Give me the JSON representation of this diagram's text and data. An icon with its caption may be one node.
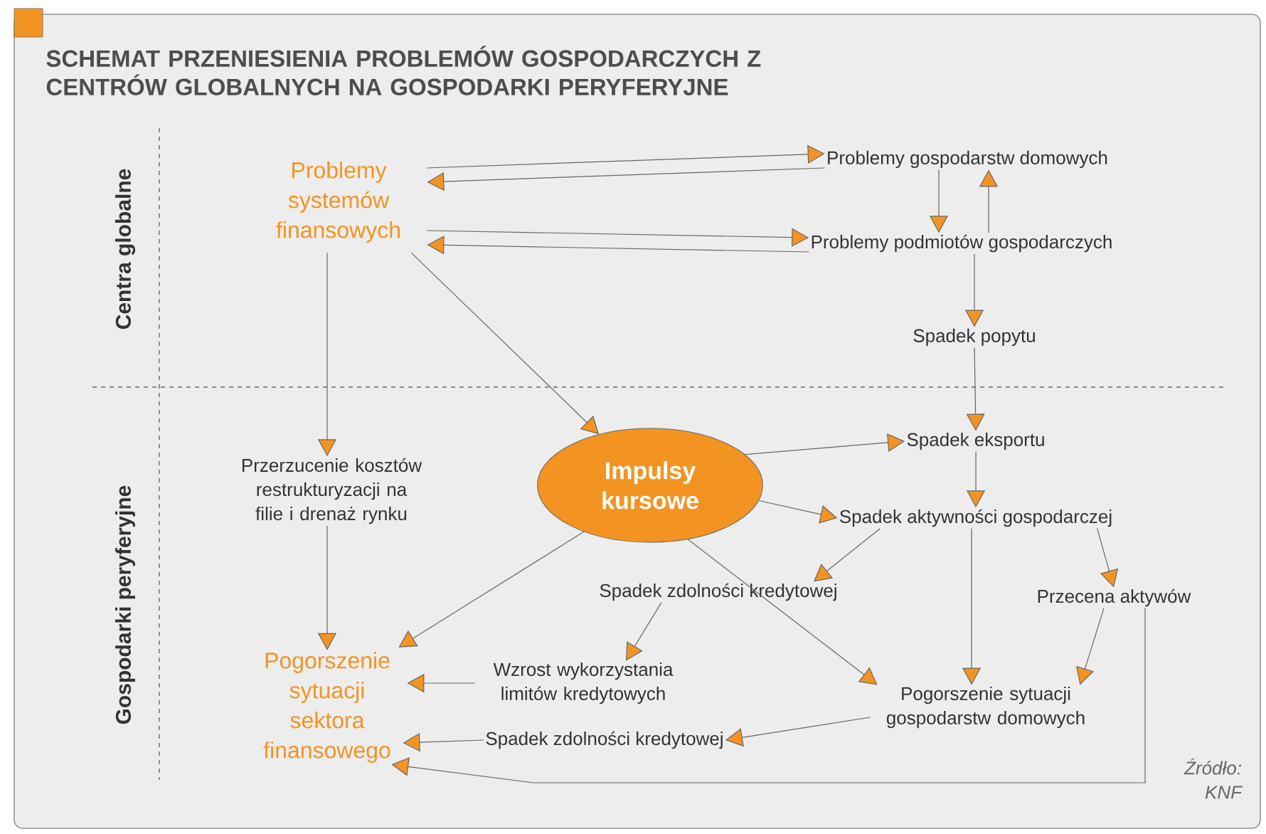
{
  "diagram": {
    "title": "SCHEMAT PRZENIESIENIA PROBLEMÓW GOSPODARCZYCH Z CENTRÓW GLOBALNYCH NA GOSPODARKI PERYFERYJNE",
    "nodes": [
      {
        "text": [
          "Problemy systemów finansowych"
        ]
      },
      {
        "text": [
          "Problemy gospodarstw domowych"
        ]
      },
      {
        "text": [
          "Problemy podmiotów gospodarczych"
        ]
      },
      {
        "text": [
          "Spadek popytu"
        ]
      },
      {
        "text": [
          "Przerzucenie kosztów restrukturyzacji na filie i drenaż rynku"
        ]
      },
      {
        "text": [
          "Impulsy kursowe"
        ]
      },
      {
        "text": [
          "Spadek eksportu"
        ]
      },
      {
        "text": [
          "Spadek aktywności gospodarczej"
        ]
      },
      {
        "text": [
          "Spadek zdolności kredytowej"
        ]
      },
      {
        "text": [
          "Przecena aktywów"
        ]
      },
      {
        "text": [
          "Pogorszenie sytuacji sektora finansowego"
        ]
      },
      {
        "text": [
          "Wzrost wykorzystania limitów kredytowych"
        ]
      },
      {
        "text": [
          "Pogorszenie sytuacji gospodarstw domowych"
        ]
      },
      {
        "text": [
          "Spadek zdolności kredytowej"
        ]
      }
    ],
    "edges": [
      {
        "from": 0,
        "to": 1,
        "arrow": "to"
      },
      {
        "from": 1,
        "to": 0,
        "arrow": "to"
      },
      {
        "from": 0,
        "to": 2,
        "arrow": "to"
      },
      {
        "from": 2,
        "to": 0,
        "arrow": "to"
      },
      {
        "from": 1,
        "to": 2,
        "arrow": "to"
      },
      {
        "from": 2,
        "to": 1,
        "arrow": "to"
      },
      {
        "from": 2,
        "to": 3,
        "arrow": "to"
      },
      {
        "from": 3,
        "to": 6,
        "arrow": "to"
      },
      {
        "from": 0,
        "to": 4,
        "arrow": "to"
      },
      {
        "from": 0,
        "to": 5,
        "arrow": "to"
      },
      {
        "from": 4,
        "to": 10,
        "arrow": "to"
      },
      {
        "from": 5,
        "to": 6,
        "arrow": "to"
      },
      {
        "from": 5,
        "to": 7,
        "arrow": "to"
      },
      {
        "from": 5,
        "to": 10,
        "arrow": "to"
      },
      {
        "from": 5,
        "to": 12,
        "arrow": "to"
      },
      {
        "from": 6,
        "to": 7,
        "arrow": "to"
      },
      {
        "from": 7,
        "to": 8,
        "arrow": "to"
      },
      {
        "from": 7,
        "to": 12,
        "arrow": "to"
      },
      {
        "from": 7,
        "to": 9,
        "arrow": "to"
      },
      {
        "from": 8,
        "to": 11,
        "arrow": "to"
      },
      {
        "from": 9,
        "to": 12,
        "arrow": "to"
      },
      {
        "from": 11,
        "to": 10,
        "arrow": "to"
      },
      {
        "from": 12,
        "to": 13,
        "arrow": "to"
      },
      {
        "from": 13,
        "to": 10,
        "arrow": "to"
      },
      {
        "from": 9,
        "to": 10,
        "arrow": "to"
      }
    ],
    "labels": [
      "Centra globalne",
      "Gospodarki peryferyjne",
      "Źródło: KNF"
    ]
  }
}
